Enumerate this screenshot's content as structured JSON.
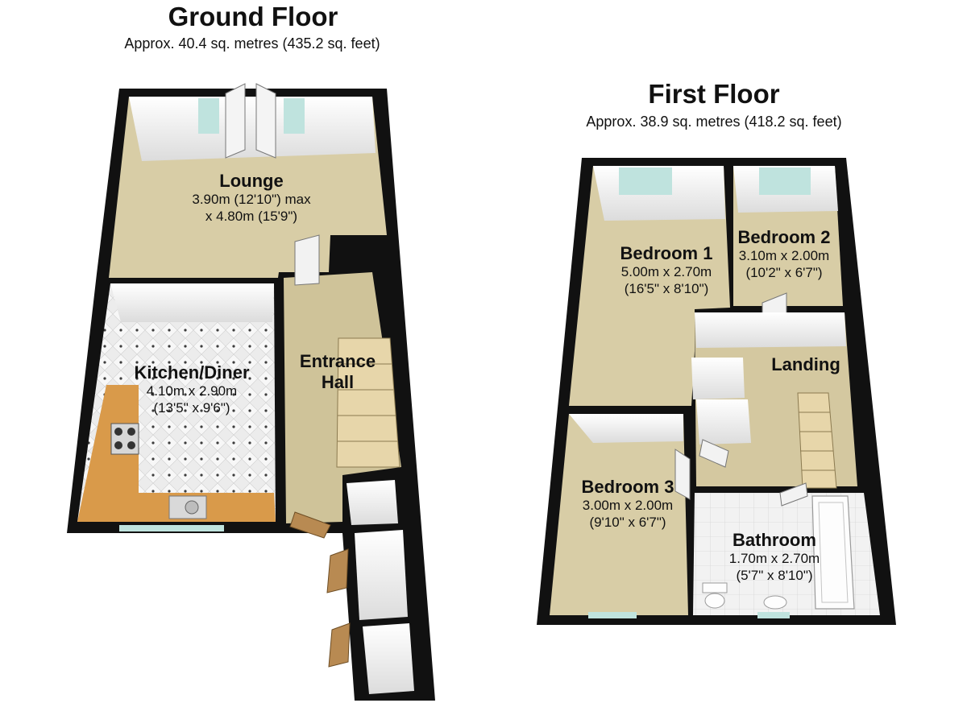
{
  "ground_floor": {
    "title": "Ground Floor",
    "area": "Approx.  40.4 sq. metres (435.2 sq. feet)",
    "rooms": {
      "lounge": {
        "name": "Lounge",
        "dim1": "3.90m (12'10\") max",
        "dim2": "x 4.80m (15'9\")"
      },
      "kitchen": {
        "name": "Kitchen/Diner",
        "dim1": "4.10m x 2.90m",
        "dim2": "(13'5\" x 9'6\")"
      },
      "hall": {
        "name1": "Entrance",
        "name2": "Hall"
      }
    }
  },
  "first_floor": {
    "title": "First Floor",
    "area": "Approx.  38.9 sq. metres (418.2 sq. feet)",
    "rooms": {
      "bedroom1": {
        "name": "Bedroom 1",
        "dim1": "5.00m x 2.70m",
        "dim2": "(16'5\" x 8'10\")"
      },
      "bedroom2": {
        "name": "Bedroom 2",
        "dim1": "3.10m x 2.00m",
        "dim2": "(10'2\" x 6'7\")"
      },
      "landing": {
        "name": "Landing"
      },
      "bedroom3": {
        "name": "Bedroom 3",
        "dim1": "3.00m x 2.00m",
        "dim2": "(9'10\" x 6'7\")"
      },
      "bathroom": {
        "name": "Bathroom",
        "dim1": "1.70m x 2.70m",
        "dim2": "(5'7\" x 8'10\")"
      }
    }
  },
  "colors": {
    "wall": "#111111",
    "carpet": "#d8cda6",
    "hall_floor": "#cfc399",
    "tile": "#e9e9e9",
    "worktop": "#d99a4a",
    "inner_wall": "#f2f2f2",
    "door": "#b88a52",
    "window": "#bfe3de"
  }
}
